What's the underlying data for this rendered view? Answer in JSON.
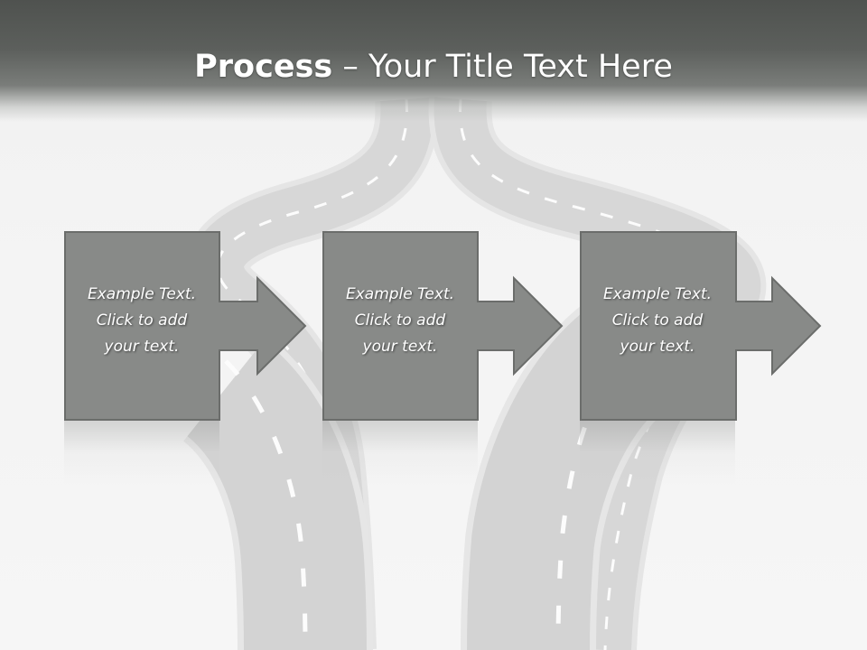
{
  "title": {
    "bold_part": "Process",
    "rest_part": " – Your Title Text Here"
  },
  "steps": [
    {
      "lines": [
        "Example Text.",
        "Click  to add",
        "your text."
      ]
    },
    {
      "lines": [
        "Example Text.",
        "Click  to add",
        "your text."
      ]
    },
    {
      "lines": [
        "Example Text.",
        "Click  to add",
        "your text."
      ]
    }
  ],
  "colors": {
    "box_fill": "#888a88",
    "box_stroke": "#6b6d6b",
    "title_bar": "#555855",
    "road": "#d0d0d0",
    "road_edge": "#e2e2e2",
    "road_marking": "#ffffff"
  }
}
